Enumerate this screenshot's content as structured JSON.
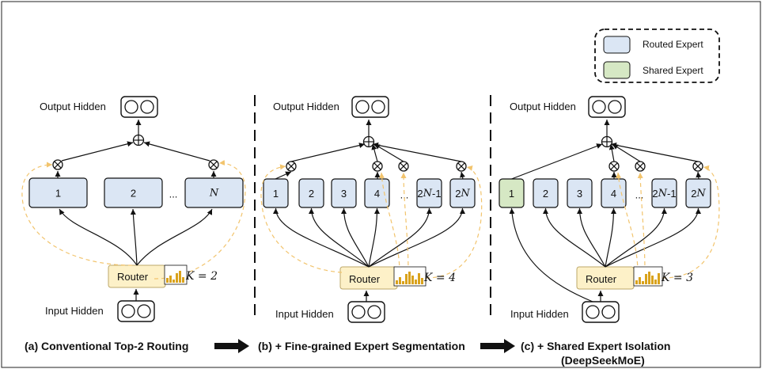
{
  "legend": {
    "routed": "Routed Expert",
    "shared": "Shared Expert",
    "routed_color": "#dbe6f4",
    "shared_color": "#d6e8c4",
    "router_color": "#fdf1c8",
    "routing_line_color": "#f2c46d"
  },
  "common": {
    "output_hidden": "Output Hidden",
    "input_hidden": "Input Hidden",
    "router": "Router"
  },
  "panel_a": {
    "experts": [
      "1",
      "2",
      "N"
    ],
    "ellipsis": "...",
    "k_label": "K = 2",
    "caption": "(a) Conventional Top-2 Routing"
  },
  "panel_b": {
    "experts": [
      "1",
      "2",
      "3",
      "4",
      "2N-1",
      "2N"
    ],
    "ellipsis": "...",
    "k_label": "K = 4",
    "caption": "(b) + Fine-grained Expert Segmentation"
  },
  "panel_c": {
    "experts": [
      "1",
      "2",
      "3",
      "4",
      "2N-1",
      "2N"
    ],
    "ellipsis": "...",
    "k_label": "K = 3",
    "caption_line1": "(c) + Shared Expert Isolation",
    "caption_line2": "(DeepSeekMoE)"
  }
}
